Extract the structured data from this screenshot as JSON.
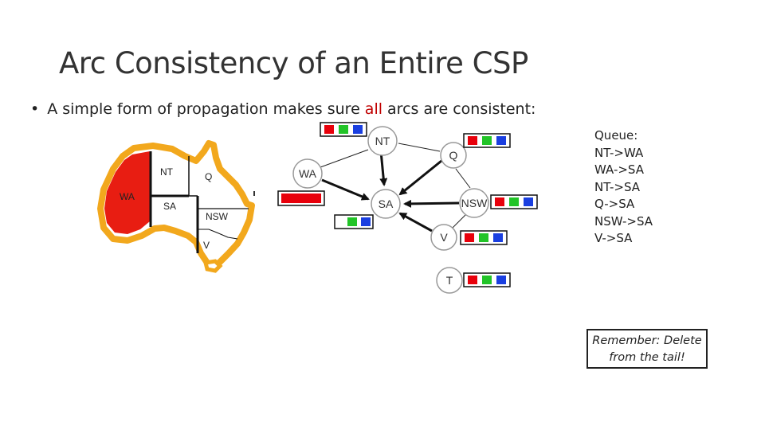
{
  "slide": {
    "title": "Arc Consistency of an Entire CSP",
    "bullet_pre": "A simple form of propagation makes sure ",
    "bullet_highlight": "all",
    "bullet_post": " arcs are consistent:"
  },
  "map": {
    "labels": {
      "nt": "NT",
      "q": "Q",
      "wa": "WA",
      "sa": "SA",
      "nsw": "NSW",
      "v": "V"
    }
  },
  "graph": {
    "nodes": {
      "nt": "NT",
      "q": "Q",
      "wa": "WA",
      "sa": "SA",
      "nsw": "NSW",
      "v": "V",
      "t": "T"
    }
  },
  "queue": {
    "title": "Queue:",
    "items": [
      "NT->WA",
      "WA->SA",
      "NT->SA",
      "Q->SA",
      "NSW->SA",
      "V->SA"
    ]
  },
  "note": {
    "line1": "Remember: Delete",
    "line2": "from  the tail!"
  },
  "colors": {
    "red": "#e8000b",
    "green": "#22c428",
    "blue": "#1a3fe0",
    "map_outline": "#f2a81d",
    "wa_fill": "#e81d12",
    "highlight": "#c00000"
  }
}
